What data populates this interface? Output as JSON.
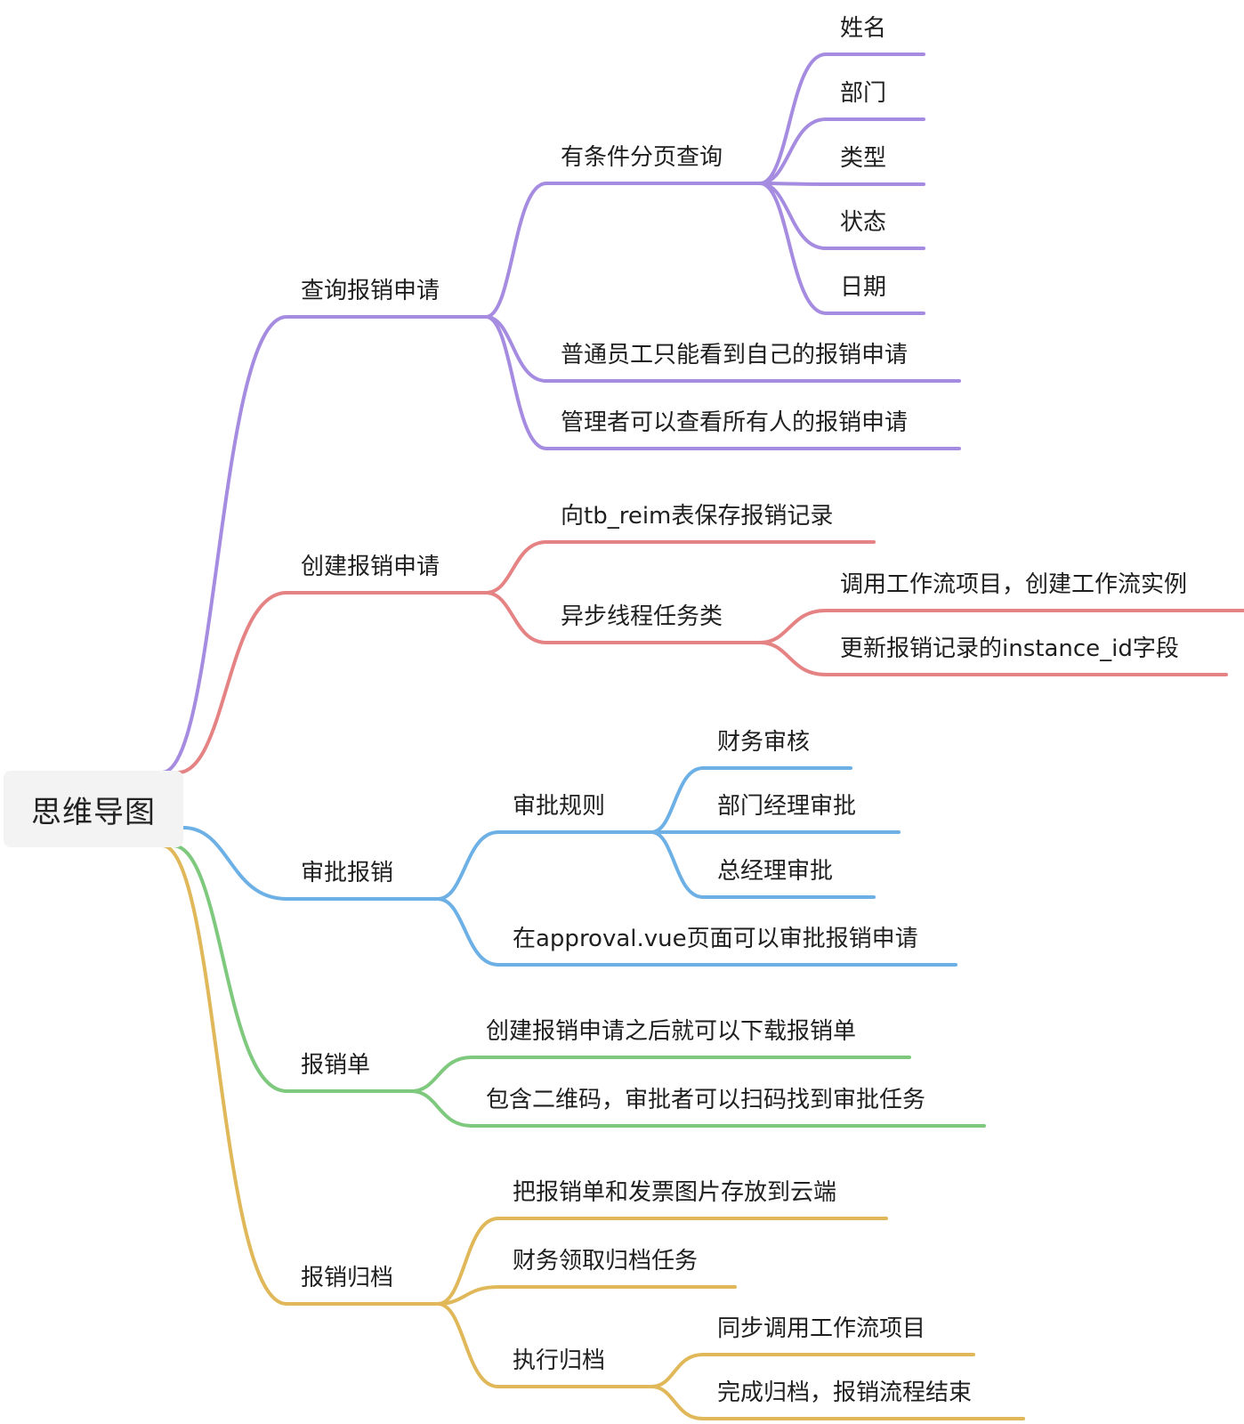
{
  "root": {
    "label": "思维导图"
  },
  "colors": {
    "purple": "#a58ce0",
    "red": "#e58384",
    "blue": "#6cb0e6",
    "green": "#7fc97f",
    "yellow": "#e0b85a"
  },
  "branches": [
    {
      "label": "查询报销申请",
      "color": "purple",
      "children": [
        {
          "label": "有条件分页查询",
          "children": [
            {
              "label": "姓名"
            },
            {
              "label": "部门"
            },
            {
              "label": "类型"
            },
            {
              "label": "状态"
            },
            {
              "label": "日期"
            }
          ]
        },
        {
          "label": "普通员工只能看到自己的报销申请"
        },
        {
          "label": "管理者可以查看所有人的报销申请"
        }
      ]
    },
    {
      "label": "创建报销申请",
      "color": "red",
      "children": [
        {
          "label": "向tb_reim表保存报销记录"
        },
        {
          "label": "异步线程任务类",
          "children": [
            {
              "label": "调用工作流项目，创建工作流实例"
            },
            {
              "label": "更新报销记录的instance_id字段"
            }
          ]
        }
      ]
    },
    {
      "label": "审批报销",
      "color": "blue",
      "children": [
        {
          "label": "审批规则",
          "children": [
            {
              "label": "财务审核"
            },
            {
              "label": "部门经理审批"
            },
            {
              "label": "总经理审批"
            }
          ]
        },
        {
          "label": "在approval.vue页面可以审批报销申请"
        }
      ]
    },
    {
      "label": "报销单",
      "color": "green",
      "children": [
        {
          "label": "创建报销申请之后就可以下载报销单"
        },
        {
          "label": "包含二维码，审批者可以扫码找到审批任务"
        }
      ]
    },
    {
      "label": "报销归档",
      "color": "yellow",
      "children": [
        {
          "label": "把报销单和发票图片存放到云端"
        },
        {
          "label": "财务领取归档任务"
        },
        {
          "label": "执行归档",
          "children": [
            {
              "label": "同步调用工作流项目"
            },
            {
              "label": "完成归档，报销流程结束"
            }
          ]
        }
      ]
    }
  ]
}
